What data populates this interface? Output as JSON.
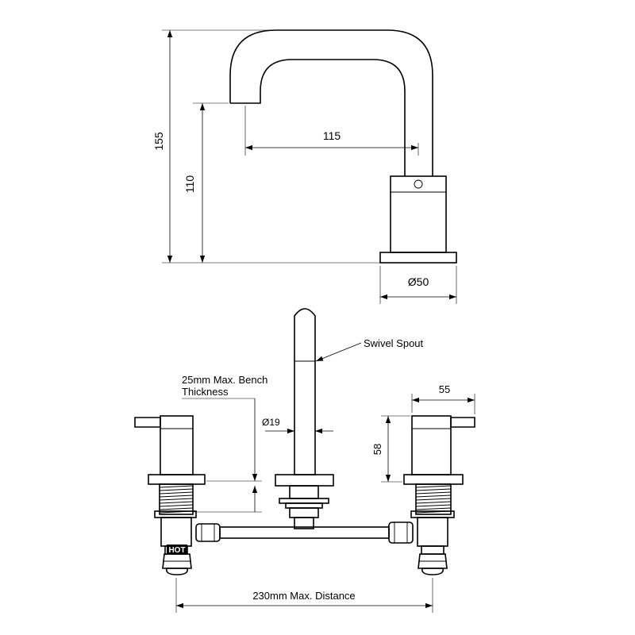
{
  "side_view": {
    "height_total": "155",
    "height_spout": "110",
    "reach": "115",
    "base_diameter": "Ø50"
  },
  "front_view": {
    "spout_label": "Swivel Spout",
    "bench_note_line1": "25mm Max. Bench",
    "bench_note_line2": "Thickness",
    "spout_diameter": "Ø19",
    "handle_width": "55",
    "handle_height": "58",
    "hot_marking": "HOT",
    "max_distance": "230mm Max. Distance"
  }
}
